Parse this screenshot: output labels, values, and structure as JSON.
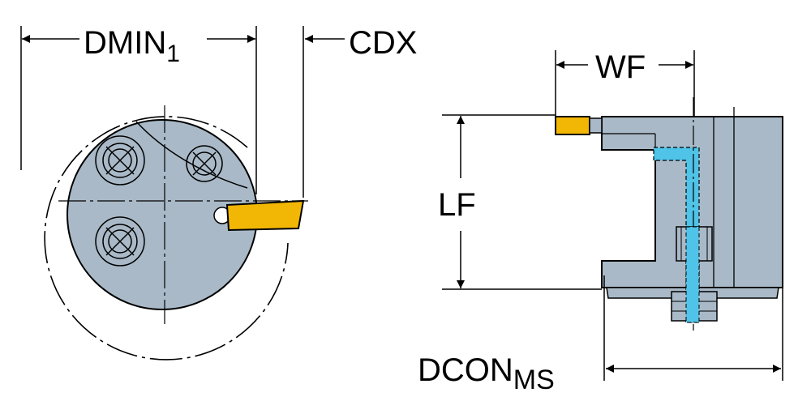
{
  "labels": {
    "dmin": "DMIN",
    "dmin_sub": "1",
    "cdx": "CDX",
    "wf": "WF",
    "lf": "LF",
    "dcon": "DCON",
    "dcon_sub": "MS"
  },
  "colors": {
    "body": "#a9b9c7",
    "insert": "#f2b705",
    "coolant": "#4fc3e8",
    "line": "#000000",
    "background": "#ffffff"
  }
}
